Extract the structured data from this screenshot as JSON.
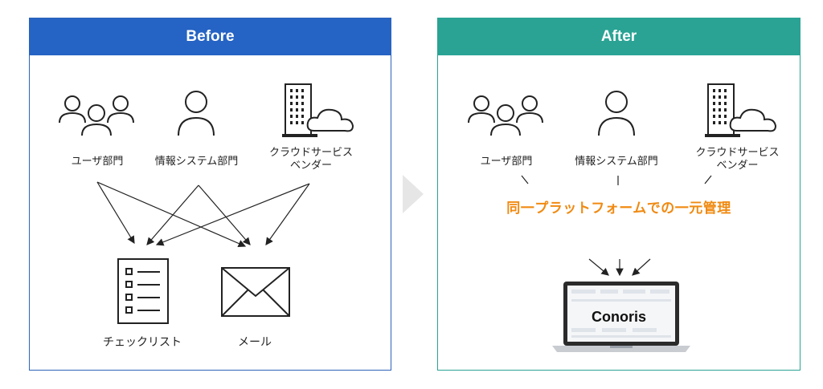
{
  "before": {
    "title": "Before",
    "actors": {
      "user_dept": "ユーザ部門",
      "is_dept": "情報システム部門",
      "vendor_line1": "クラウドサービス",
      "vendor_line2": "ベンダー"
    },
    "targets": {
      "checklist": "チェックリスト",
      "mail": "メール"
    }
  },
  "after": {
    "title": "After",
    "actors": {
      "user_dept": "ユーザ部門",
      "is_dept": "情報システム部門",
      "vendor_line1": "クラウドサービス",
      "vendor_line2": "ベンダー"
    },
    "headline": "同一プラットフォームでの一元管理",
    "product": "Conoris"
  },
  "colors": {
    "before_header": "#2563c4",
    "after_header": "#2aa394",
    "headline": "#f08a12"
  },
  "icons": [
    "group-icon",
    "person-icon",
    "building-cloud-icon",
    "checklist-icon",
    "envelope-icon",
    "laptop-icon",
    "chevron-right-icon"
  ]
}
